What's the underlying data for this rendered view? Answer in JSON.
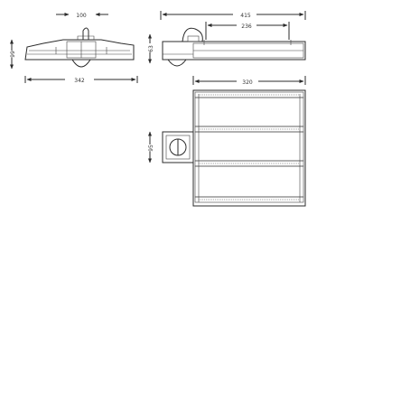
{
  "dimensions": {
    "front_width": "100",
    "front_height": "99",
    "front_length": "342",
    "side_total": "415",
    "side_inner": "236",
    "side_height": "63",
    "plan_width": "320",
    "plan_depth": "95"
  }
}
